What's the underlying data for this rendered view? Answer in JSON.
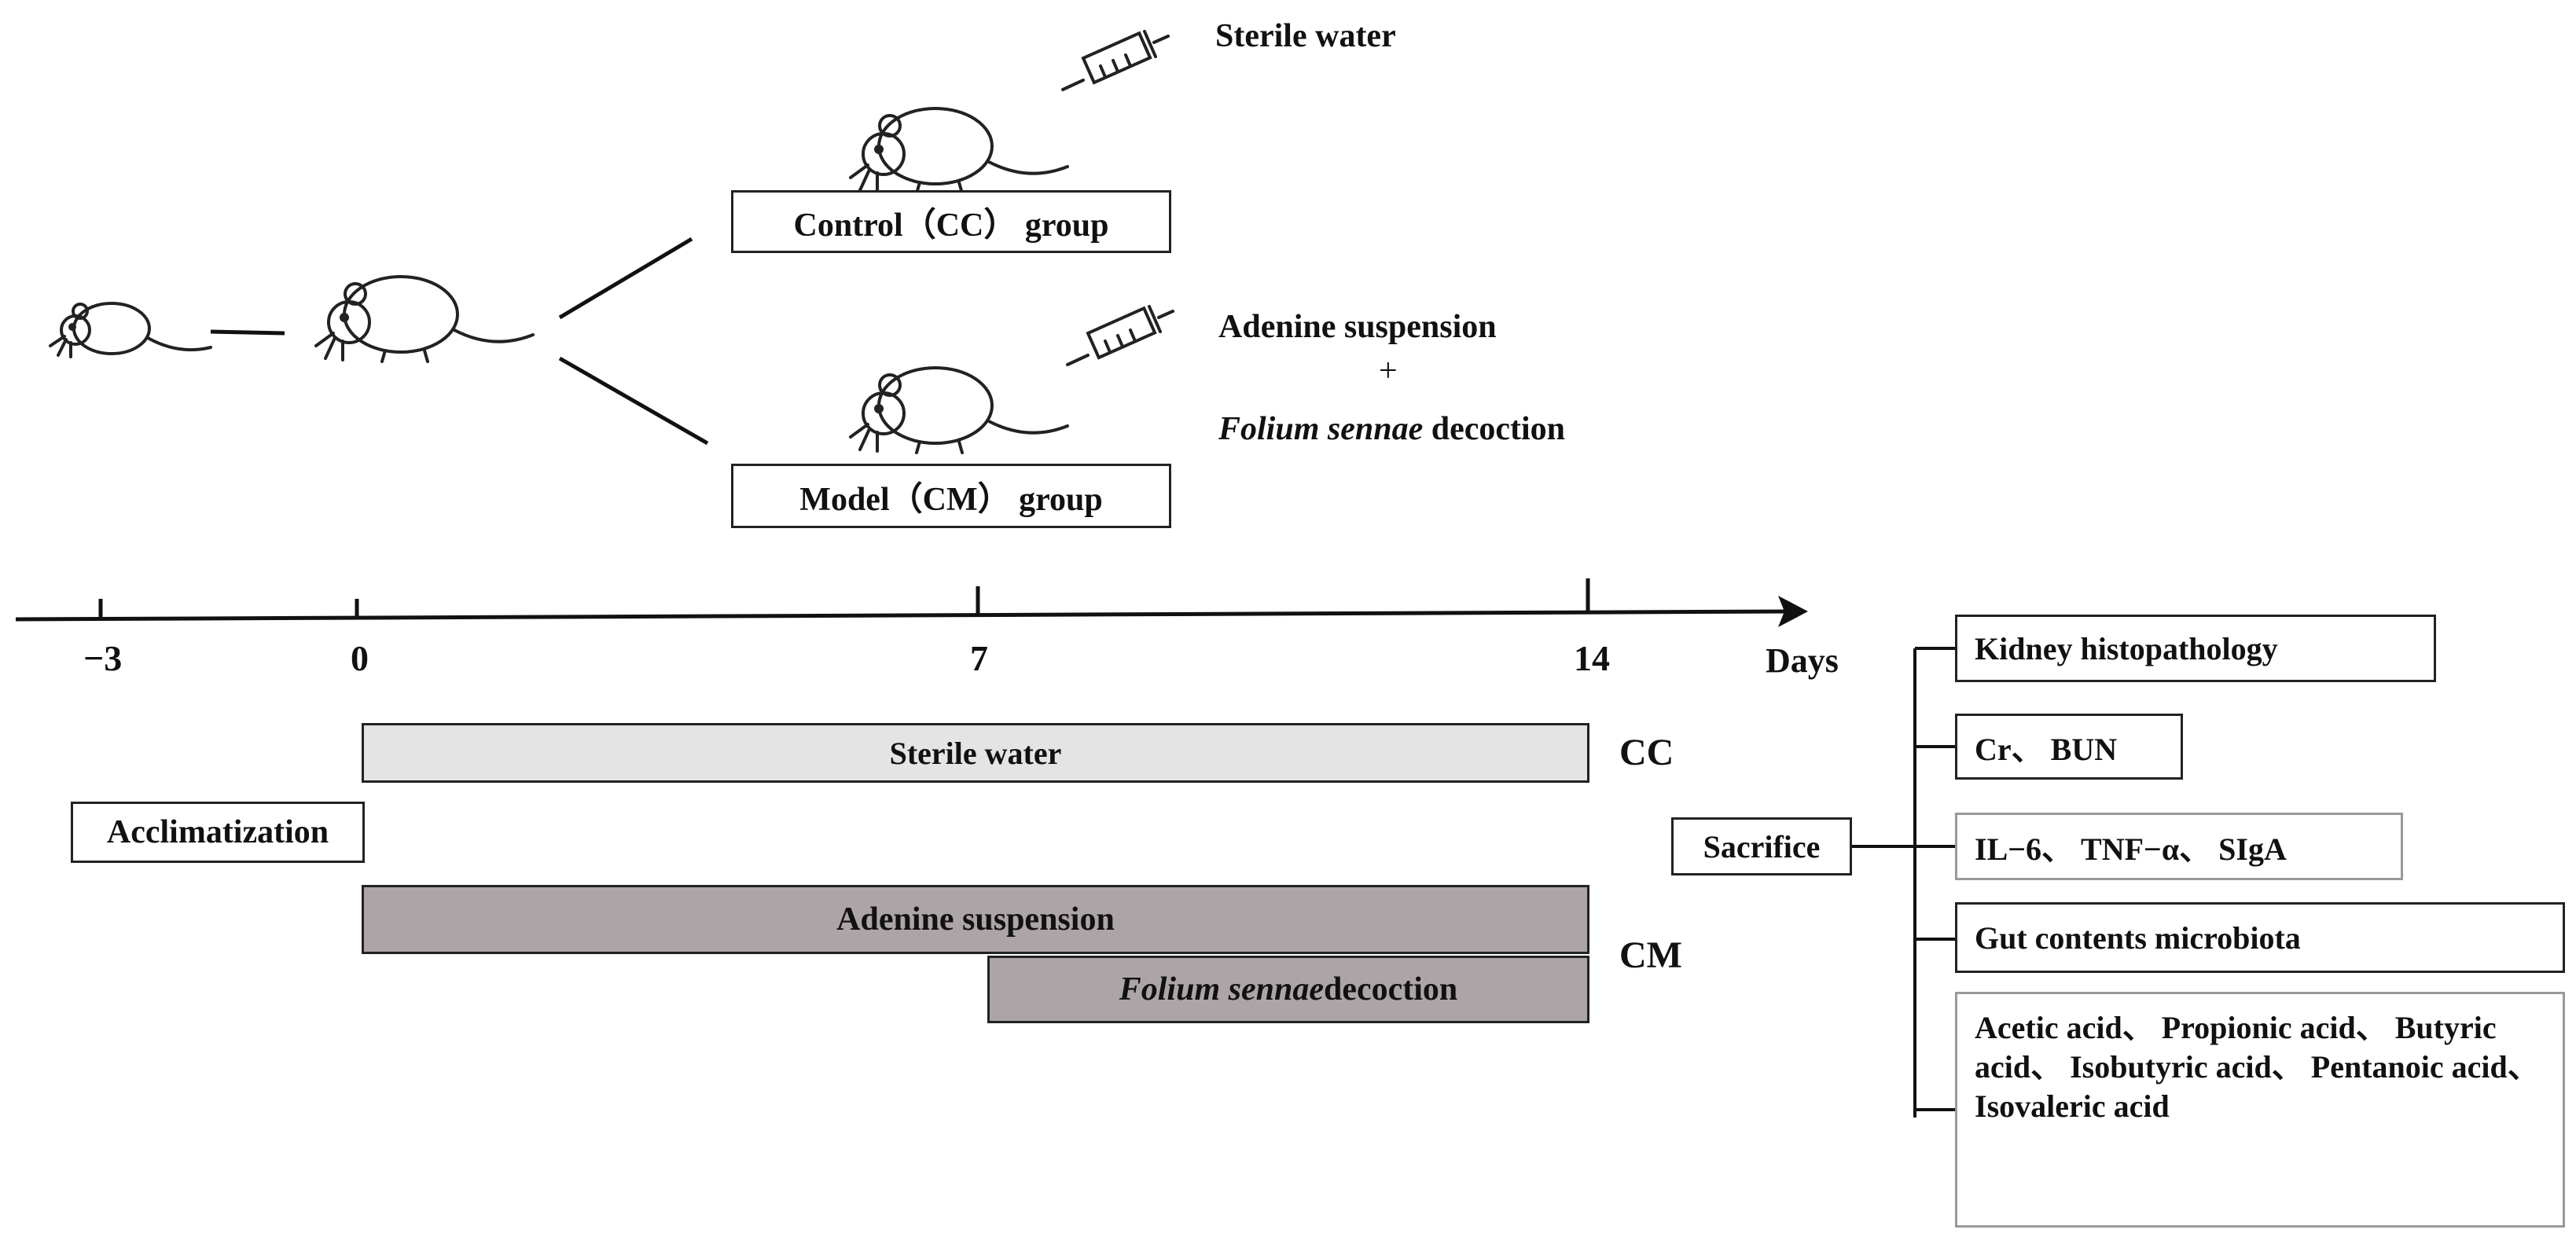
{
  "top": {
    "cc_treatment": "Sterile water",
    "cm_treatment_line1": "Adenine suspension",
    "cm_treatment_plus": "+",
    "cm_treatment_line3_italic": "Folium sennae",
    "cm_treatment_line3_rest": " decoction",
    "control_group": "Control（CC） group",
    "model_group": "Model（CM） group"
  },
  "timeline": {
    "axis_label": "Days",
    "ticks": [
      "−3",
      "0",
      "7",
      "14"
    ]
  },
  "phases": {
    "acclimatization": "Acclimatization",
    "cc_bar": "Sterile water",
    "cc_label": "CC",
    "cm_bar1": "Adenine suspension",
    "cm_bar2_italic": "Folium sennae",
    "cm_bar2_rest": " decoction",
    "cm_label": "CM"
  },
  "outcomes": {
    "sacrifice": "Sacrifice",
    "items": [
      "Kidney histopathology",
      "Cr、 BUN",
      "IL−6、 TNF−α、 SIgA",
      "Gut contents microbiota",
      "Acetic acid、 Propionic acid、 Butyric acid、 Isobutyric acid、 Pentanoic acid、 Isovaleric acid"
    ]
  }
}
